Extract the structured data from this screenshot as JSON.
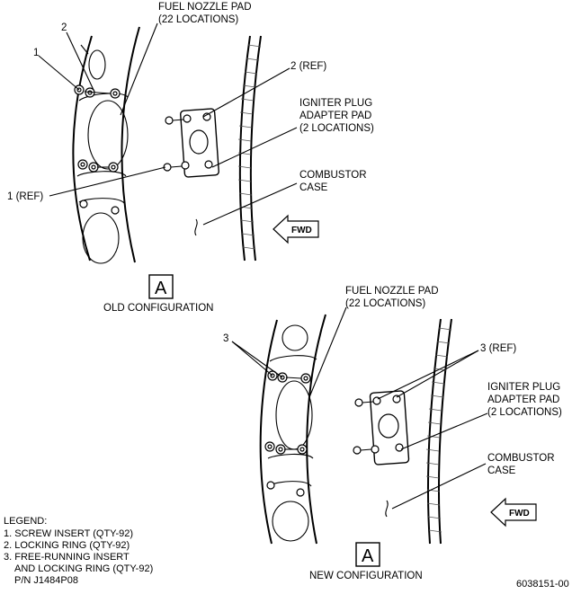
{
  "old_configuration": {
    "label_fuel_nozzle_pad": [
      "FUEL NOZZLE PAD",
      "(22 LOCATIONS)"
    ],
    "label_item_2": "2",
    "label_item_1": "1",
    "label_item_2_ref": "2 (REF)",
    "label_igniter_plug": [
      "IGNITER PLUG",
      "ADAPTER PAD",
      "(2 LOCATIONS)"
    ],
    "label_item_1_ref": "1 (REF)",
    "label_combustor_case": [
      "COMBUSTOR",
      "CASE"
    ],
    "fwd_label": "FWD",
    "view_letter": "A",
    "caption": "OLD CONFIGURATION"
  },
  "new_configuration": {
    "label_fuel_nozzle_pad": [
      "FUEL NOZZLE PAD",
      "(22 LOCATIONS)"
    ],
    "label_item_3": "3",
    "label_item_3_ref": "3 (REF)",
    "label_igniter_plug": [
      "IGNITER PLUG",
      "ADAPTER PAD",
      "(2 LOCATIONS)"
    ],
    "label_combustor_case": [
      "COMBUSTOR",
      "CASE"
    ],
    "fwd_label": "FWD",
    "view_letter": "A",
    "caption": "NEW CONFIGURATION"
  },
  "legend": {
    "title": "LEGEND:",
    "items": [
      "1. SCREW INSERT (QTY-92)",
      "2. LOCKING RING (QTY-92)",
      "3. FREE-RUNNING INSERT",
      "AND LOCKING RING (QTY-92)",
      "P/N J1484P08"
    ]
  },
  "figure_number": "6038151-00"
}
